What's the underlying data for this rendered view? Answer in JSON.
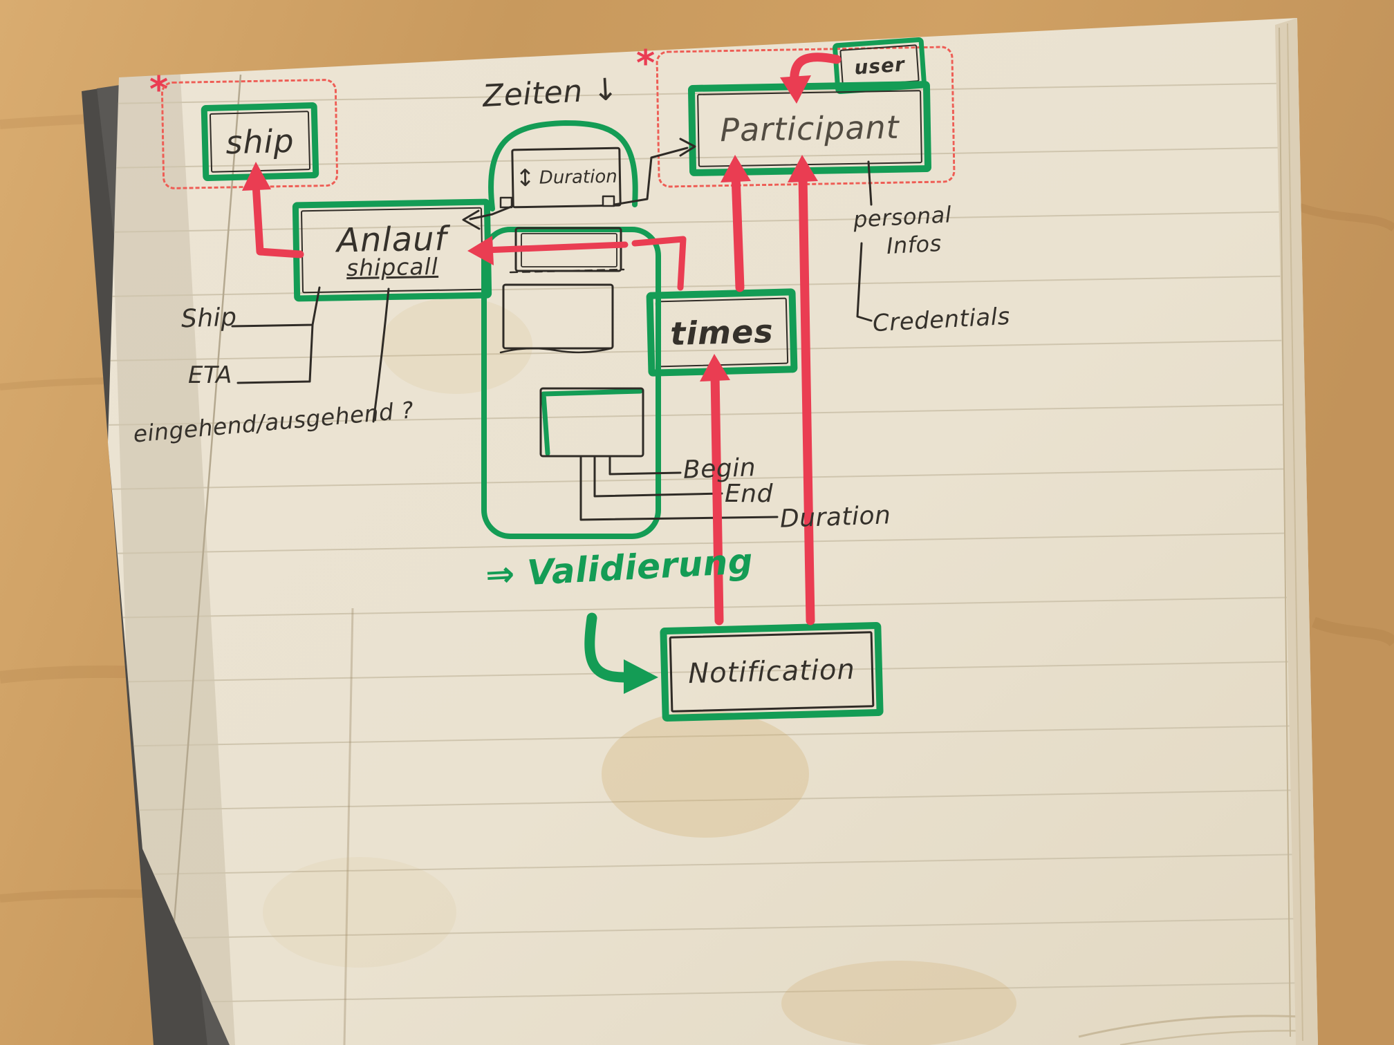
{
  "photo": {
    "wood_color": "#c79a62",
    "cover_color": "#4c4a47",
    "paper_color": "#ebe3d2",
    "marker_green": "#149c55",
    "arrow_red": "#ea3d52",
    "ink": "#35312b"
  },
  "diagram": {
    "entities": {
      "ship": "ship",
      "user": "user",
      "participant": "Participant",
      "anlauf": "Anlauf",
      "anlauf_sub": "shipcall",
      "times": "times",
      "notification": "Notification",
      "duration": "Duration"
    },
    "labels": {
      "zeiten": "Zeiten ↓",
      "ship_attr": "Ship",
      "eta": "ETA",
      "eingehend": "eingehend/ausgehend ?",
      "begin": "Begin",
      "end": "End",
      "duration_attr": "Duration",
      "personal_line1": "personal",
      "personal_line2": "Infos",
      "credentials": "Credentials",
      "validierung": "⇒ Validierung",
      "asterisk": "*"
    },
    "icons": {
      "updown": "↕"
    }
  }
}
